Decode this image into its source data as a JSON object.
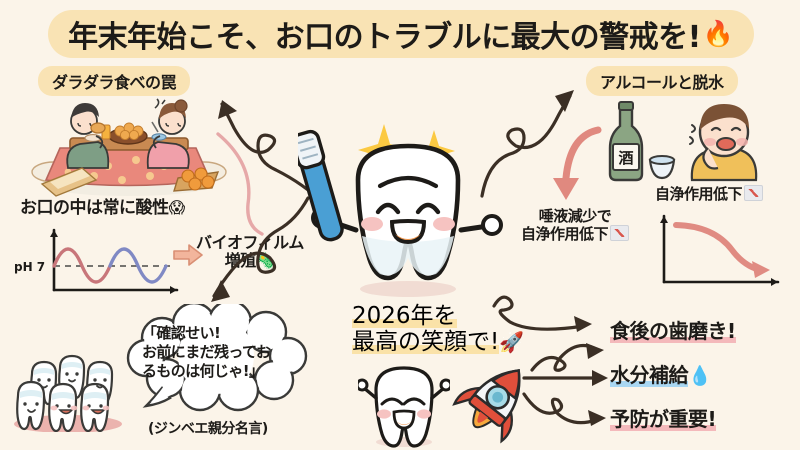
{
  "header": {
    "title": "年末年始こそ、お口のトラブルに最大の警戒を!",
    "title_emoji": "🔥",
    "bar_color": "#f9e3b4"
  },
  "background_color": "#fbf4e9",
  "sections": {
    "left_badge": "ダラダラ食べの罠",
    "right_badge": "アルコールと脱水"
  },
  "left_panel": {
    "illustration_name": "kotatsu-family-snacking",
    "acid_label": "お口の中は常に酸性",
    "acid_emoji": "😱",
    "ph_chart_label": "pH 7",
    "biofilm_label_line1": "バイオフィルム",
    "biofilm_label_line2": "増殖",
    "biofilm_emoji": "🦠"
  },
  "right_panel": {
    "illustration_name": "sake-bottle-and-thirsty-person",
    "sake_bottle_label": "酒",
    "saliva_label_line1": "唾液減少で",
    "saliva_label_line2": "自浄作用低下",
    "selfclean_label": "自浄作用低下"
  },
  "center": {
    "mascot_name": "smiling-tooth-with-toothbrush",
    "newyear_line1": "2026年を",
    "newyear_line2": "最高の笑顔で!",
    "newyear_emoji": "🚀"
  },
  "quote": {
    "line1": "「確認せい!",
    "line2": "お前にまだ残ってお",
    "line3": "るものは何じゃ!」",
    "credit": "(ジンベエ親分名言)",
    "illustration_name": "group-of-happy-teeth"
  },
  "actions": [
    {
      "label": "食後の歯磨き!",
      "underline_color": "#f4b9bb",
      "emoji": ""
    },
    {
      "label": "水分補給",
      "underline_color": "#a9d7f2",
      "emoji": "💧"
    },
    {
      "label": "予防が重要!",
      "underline_color": "#f4b9bb",
      "emoji": ""
    }
  ],
  "chart_data": [
    {
      "type": "line",
      "title": "pH 7",
      "name": "oral-ph-oscillation",
      "x": [
        0,
        1,
        2,
        3,
        4,
        5,
        6,
        7,
        8
      ],
      "values": [
        7.0,
        8.1,
        7.0,
        5.9,
        7.0,
        8.1,
        7.0,
        5.9,
        7.0
      ],
      "reference_line": 7,
      "ylabel": "pH 7",
      "xlabel": "",
      "series_colors": [
        "#c8767a",
        "#8089c4"
      ]
    },
    {
      "type": "line",
      "title": "自浄作用低下",
      "name": "self-cleaning-decline",
      "x": [
        0,
        1,
        2,
        3,
        4
      ],
      "values": [
        100,
        92,
        62,
        30,
        15
      ],
      "ylabel": "",
      "xlabel": "",
      "series_colors": [
        "#e08b82"
      ]
    }
  ]
}
